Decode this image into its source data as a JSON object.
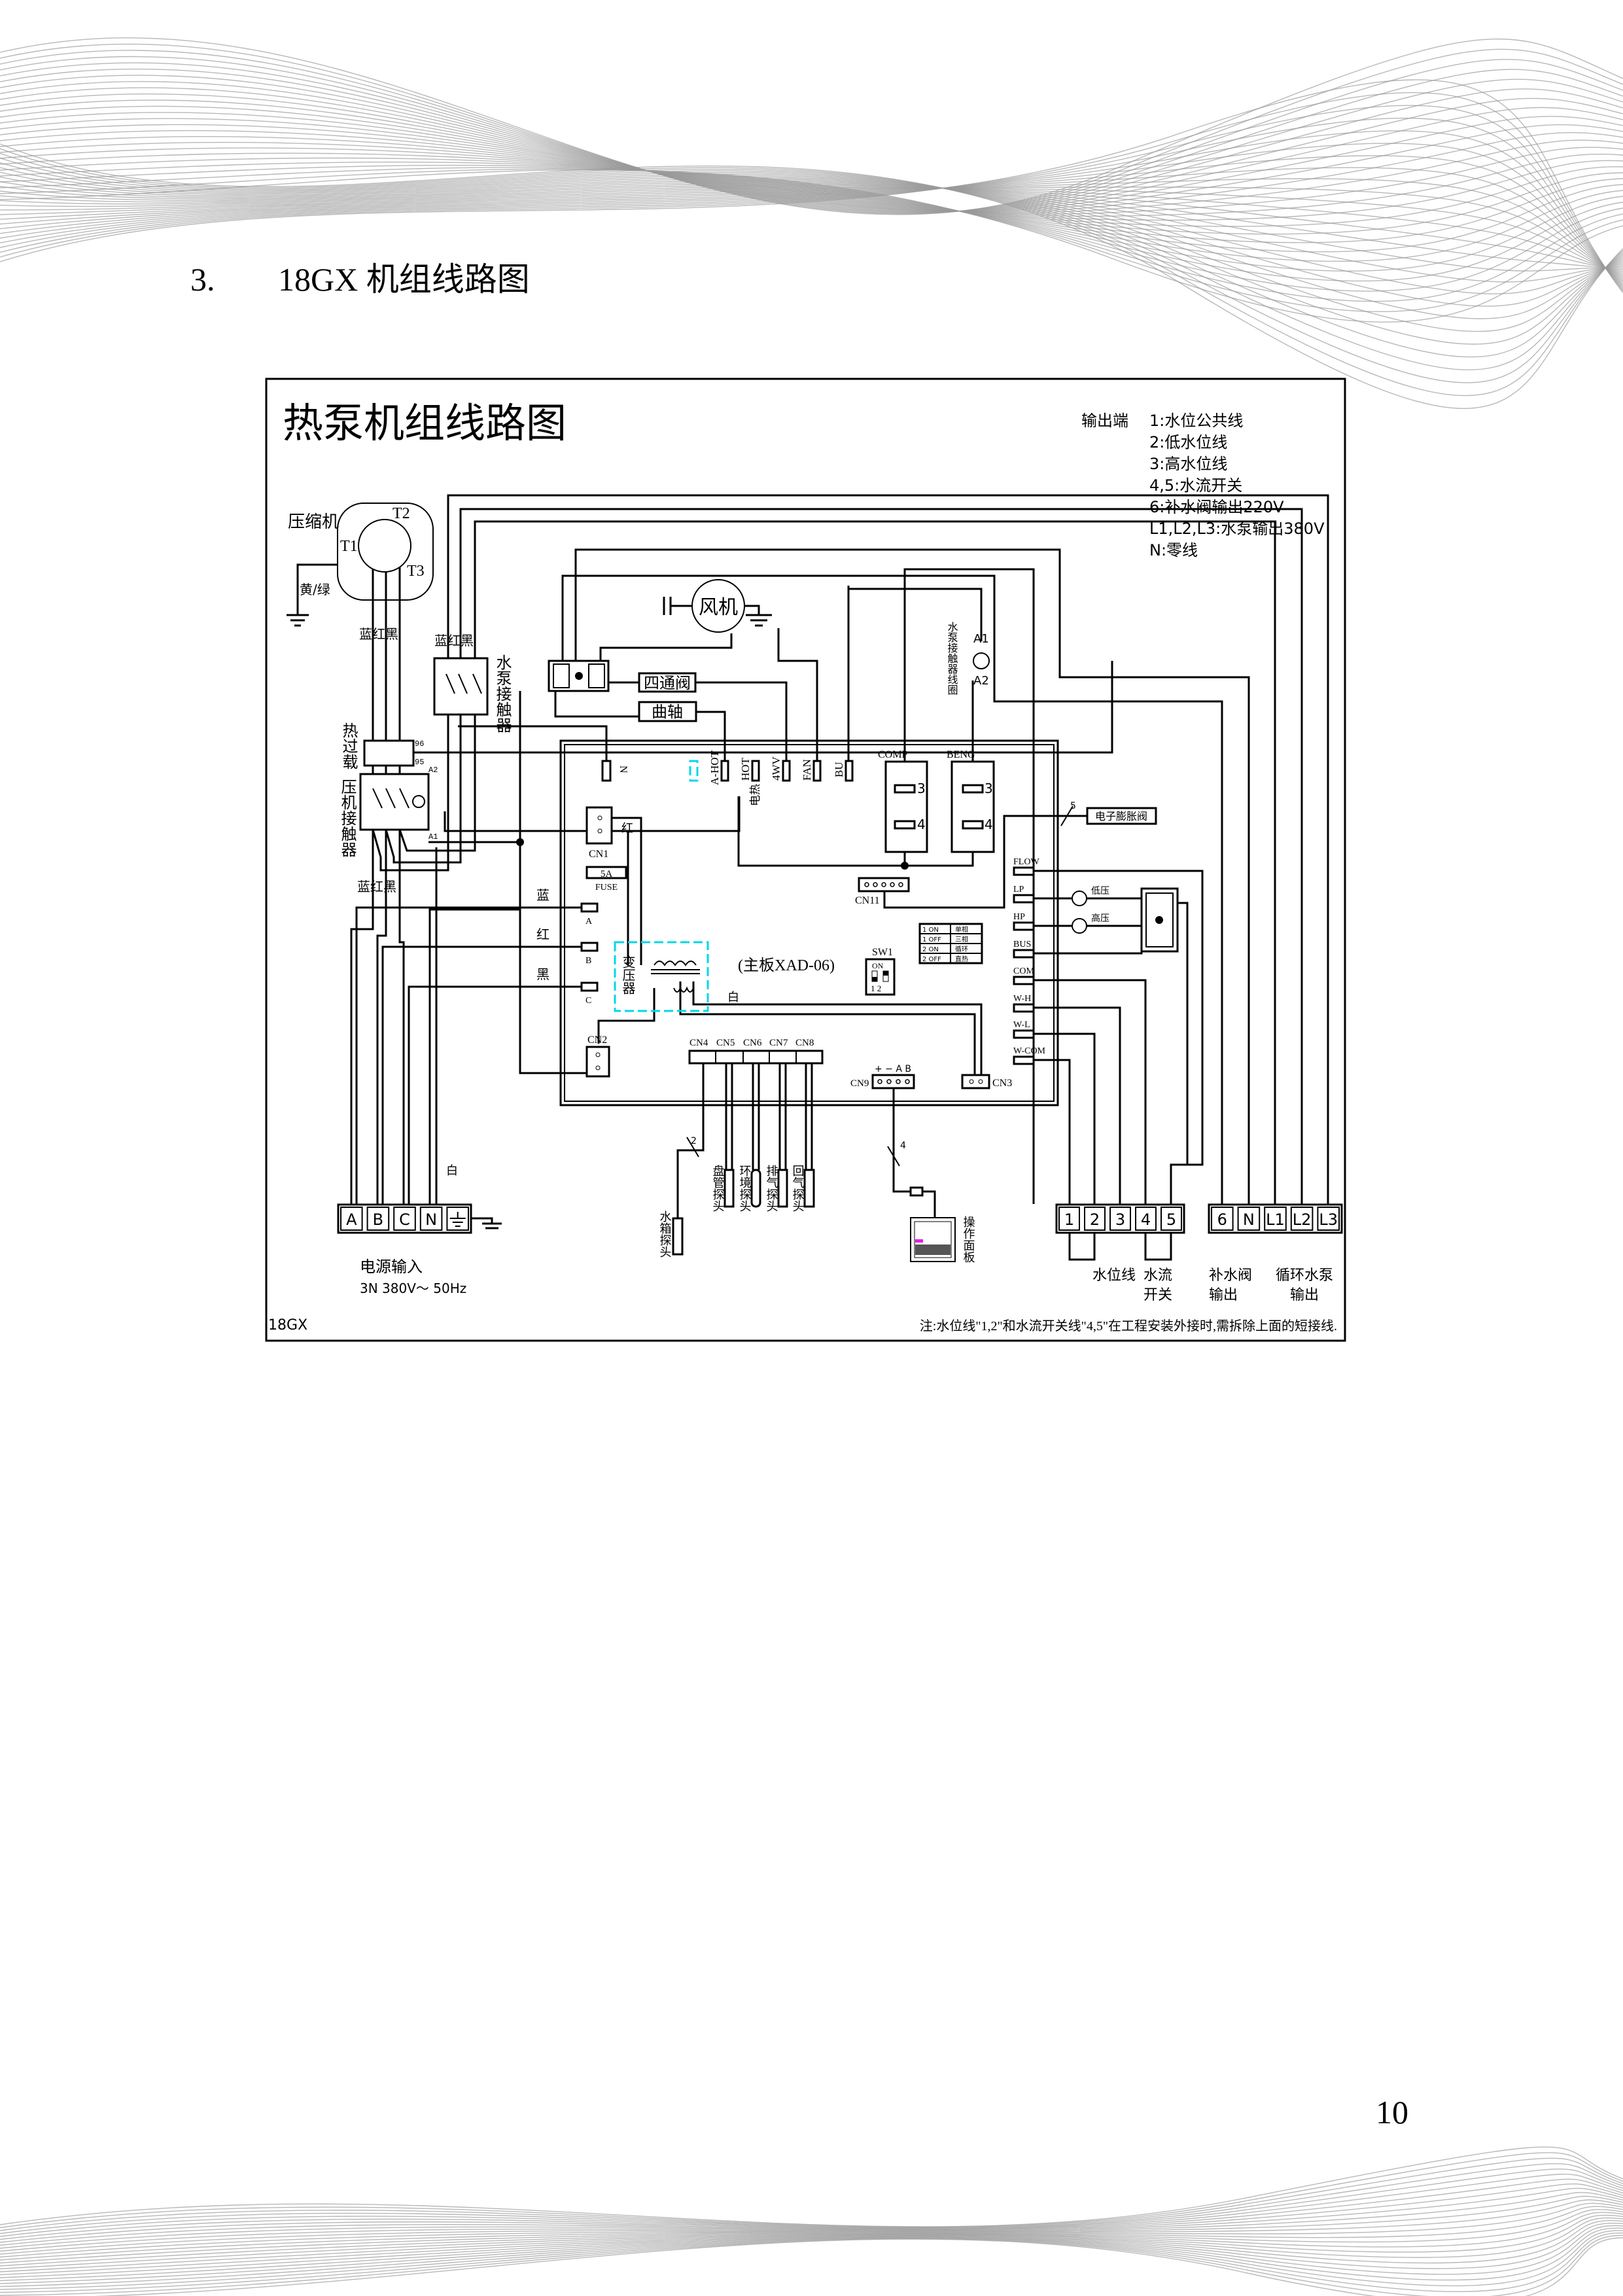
{
  "section": {
    "number": "3.",
    "title": "18GX 机组线路图"
  },
  "diagram": {
    "title": "热泵机组线路图",
    "legend": {
      "heading": "输出端",
      "items": [
        "1:水位公共线",
        "2:低水位线",
        "3:高水位线",
        "4,5:水流开关",
        "6:补水阀输出220V",
        "L1,L2,L3:水泵输出380V",
        "N:零线"
      ]
    },
    "compressor": {
      "label": "压缩机",
      "t1": "T1",
      "t2": "T2",
      "t3": "T3",
      "ground_wire": "黄/绿"
    },
    "wire_colors": "蓝红黑",
    "pump_contactor": "水泵接触器",
    "thermal_overload": "热过载",
    "overload_pins": {
      "p96": "96",
      "p95": "95"
    },
    "comp_contactor": "压机接触器",
    "contactor_pins": {
      "a1": "A1",
      "a2": "A2"
    },
    "fan": "风机",
    "four_way_valve": "四通阀",
    "crankshaft": "曲轴",
    "pump_coil": {
      "label": "水泵接触器线圈",
      "a1": "A1",
      "a2": "A2"
    },
    "board": {
      "name": "(主板XAD-06)",
      "top_connectors": [
        "N",
        "A-HOT",
        "HOT",
        "4WV",
        "FAN",
        "BU"
      ],
      "heater_label": "电热",
      "relays": [
        {
          "name": "COMP",
          "pins": [
            "3",
            "4"
          ]
        },
        {
          "name": "BENG",
          "pins": [
            "3",
            "4"
          ]
        }
      ],
      "cn1": "CN1",
      "cn1_wire": "红",
      "fuse": {
        "rating": "5A",
        "label": "FUSE"
      },
      "phase_inputs": [
        {
          "pin": "A",
          "color": "蓝"
        },
        {
          "pin": "B",
          "color": "红"
        },
        {
          "pin": "C",
          "color": "黑"
        }
      ],
      "transformer": "变压器",
      "transformer_wire": "白",
      "cn2": "CN2",
      "cn3": "CN3",
      "cn11": "CN11",
      "sensor_connectors": [
        "CN4",
        "CN5",
        "CN6",
        "CN7",
        "CN8"
      ],
      "cn9": {
        "label": "CN9",
        "pins": "+ − A B"
      },
      "sw1": {
        "label": "SW1",
        "on": "ON",
        "positions": "1 2"
      },
      "switch_table": [
        [
          "1 ON",
          "单相"
        ],
        [
          "1 OFF",
          "三相"
        ],
        [
          "2 ON",
          "循环"
        ],
        [
          "2 OFF",
          "直热"
        ]
      ],
      "right_ports": [
        "FLOW",
        "LP",
        "HP",
        "BUS",
        "COM",
        "W-H",
        "W-L",
        "W-COM"
      ],
      "low_pressure": "低压",
      "high_pressure": "高压",
      "eev": {
        "label": "电子膨胀阀",
        "wires": "5"
      }
    },
    "probes": [
      "盘管探头",
      "环境探头",
      "排气探头",
      "回气探头"
    ],
    "tank_probe": {
      "label": "水箱探头",
      "wires": "2"
    },
    "panel": {
      "label": "操作面板",
      "wires": "4"
    },
    "power_terminals": [
      "A",
      "B",
      "C",
      "N"
    ],
    "power_white": "白",
    "power_label": "电源输入",
    "power_spec": "3N 380V～ 50Hz",
    "output_terminals_a": [
      "1",
      "2",
      "3",
      "4",
      "5"
    ],
    "output_terminals_b": [
      "6",
      "N",
      "L1",
      "L2",
      "L3"
    ],
    "output_labels": {
      "water_level": "水位线",
      "flow_1": "水流",
      "flow_2": "开关",
      "valve_1": "补水阀",
      "valve_2": "输出",
      "pump_1": "循环水泵",
      "pump_2": "输出"
    },
    "model": "18GX",
    "note": "注:水位线\"1,2\"和水流开关线\"4,5\"在工程安装外接时,需拆除上面的短接线."
  },
  "page_number": "10"
}
